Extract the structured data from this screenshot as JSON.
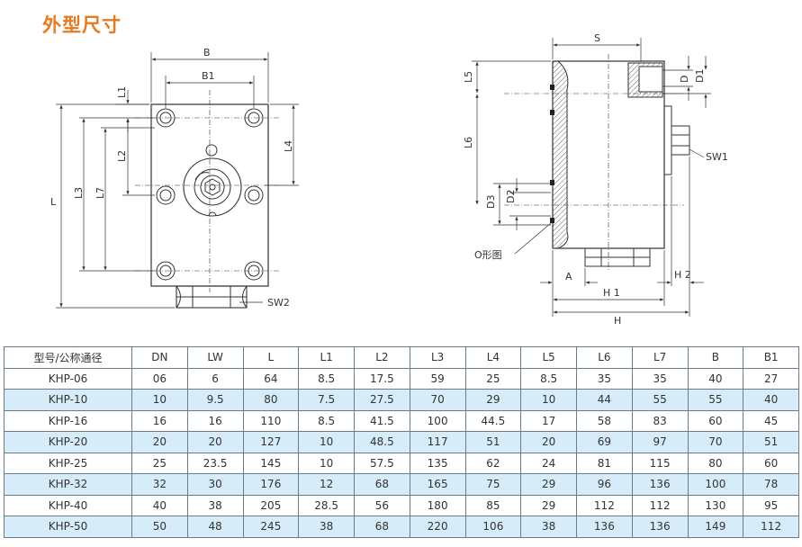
{
  "section_title": "外型尺寸",
  "front_view": {
    "labels": {
      "B": "B",
      "B1": "B1",
      "L": "L",
      "L1": "L1",
      "L2": "L2",
      "L3": "L3",
      "L4": "L4",
      "L7": "L7",
      "SW2": "SW2"
    }
  },
  "side_view": {
    "labels": {
      "S": "S",
      "D": "D",
      "D1": "D1",
      "L5": "L5",
      "L6": "L6",
      "D3": "D3",
      "D2": "D2",
      "SW1": "SW1",
      "oring": "O形图",
      "A": "A",
      "H1": "H 1",
      "H": "H",
      "H2": "H 2"
    }
  },
  "table": {
    "headers": [
      "型号/公称通径",
      "DN",
      "LW",
      "L",
      "L1",
      "L2",
      "L3",
      "L4",
      "L5",
      "L6",
      "L7",
      "B",
      "B1"
    ],
    "rows": [
      [
        "KHP-06",
        "06",
        "6",
        "64",
        "8.5",
        "17.5",
        "59",
        "25",
        "8.5",
        "35",
        "35",
        "40",
        "27"
      ],
      [
        "KHP-10",
        "10",
        "9.5",
        "80",
        "7.5",
        "27.5",
        "70",
        "29",
        "10",
        "44",
        "55",
        "55",
        "40"
      ],
      [
        "KHP-16",
        "16",
        "16",
        "110",
        "8.5",
        "41.5",
        "100",
        "44.5",
        "17",
        "58",
        "83",
        "60",
        "45"
      ],
      [
        "KHP-20",
        "20",
        "20",
        "127",
        "10",
        "48.5",
        "117",
        "51",
        "20",
        "69",
        "97",
        "70",
        "51"
      ],
      [
        "KHP-25",
        "25",
        "23.5",
        "145",
        "10",
        "57.5",
        "135",
        "62",
        "24",
        "81",
        "115",
        "80",
        "60"
      ],
      [
        "KHP-32",
        "32",
        "30",
        "176",
        "12",
        "68",
        "165",
        "75",
        "29",
        "96",
        "136",
        "100",
        "78"
      ],
      [
        "KHP-40",
        "40",
        "38",
        "205",
        "28.5",
        "56",
        "180",
        "85",
        "29",
        "112",
        "112",
        "130",
        "95"
      ],
      [
        "KHP-50",
        "50",
        "48",
        "245",
        "38",
        "68",
        "220",
        "106",
        "38",
        "136",
        "136",
        "149",
        "112"
      ]
    ]
  }
}
